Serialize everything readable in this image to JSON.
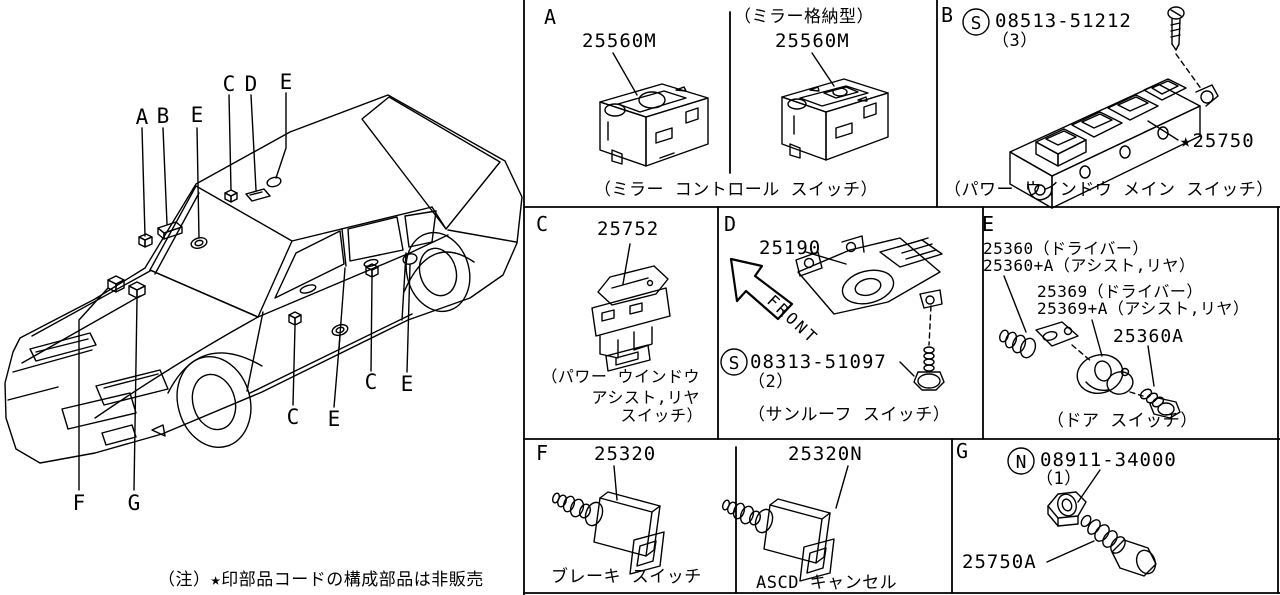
{
  "page": {
    "note": "（注）★印部品コードの構成部品は非販売"
  },
  "callouts": [
    "A",
    "B",
    "E",
    "C",
    "D",
    "E",
    "C",
    "E",
    "C",
    "E",
    "F",
    "G"
  ],
  "panels": {
    "a": {
      "label": "A",
      "variant": "（ミラー格納型）",
      "part1": "25560M",
      "part2": "25560M",
      "caption": "（ミラー コントロール スイッチ）"
    },
    "b": {
      "label": "B",
      "symbol": "S",
      "screw": "08513-51212",
      "qty": "（3）",
      "part": "★25750",
      "caption": "（パワー ウインドウ メイン スイッチ）"
    },
    "c": {
      "label": "C",
      "part": "25752",
      "caption1": "（パワー ウインドウ",
      "caption2": "アシスト,リヤ",
      "caption3": "スイッチ）"
    },
    "d": {
      "label": "D",
      "part": "25190",
      "front": "FRONT",
      "symbol": "S",
      "screw": "08313-51097",
      "qty": "（2）",
      "caption": "（サンルーフ スイッチ）"
    },
    "e": {
      "label": "E",
      "part1": "25360（ドライバー）",
      "part2": "25360+A（アシスト,リヤ）",
      "part3": "25369（ドライバー）",
      "part4": "25369+A（アシスト,リヤ）",
      "part5": "25360A",
      "caption": "（ドア スイッチ）"
    },
    "f": {
      "label": "F",
      "part": "25320",
      "caption": "ブレーキ スイッチ"
    },
    "ascd": {
      "part": "25320N",
      "caption": "ASCD キャンセル"
    },
    "g": {
      "label": "G",
      "symbol": "N",
      "nut": "08911-34000",
      "qty": "（1）",
      "part": "25750A"
    }
  }
}
